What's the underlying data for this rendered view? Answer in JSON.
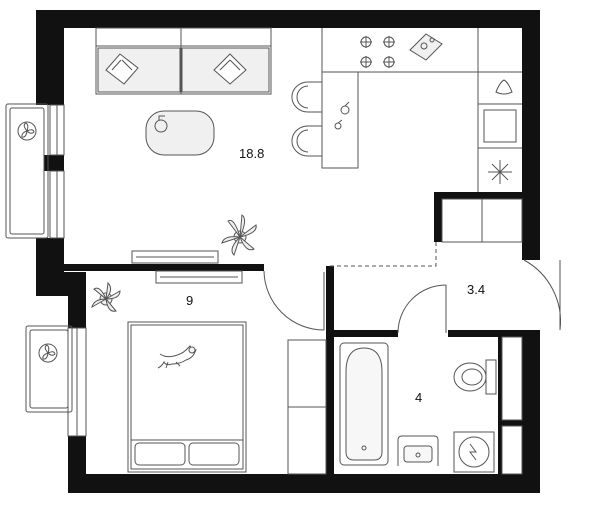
{
  "rooms": [
    {
      "id": "living-kitchen",
      "area": "18.8"
    },
    {
      "id": "bedroom",
      "area": "9"
    },
    {
      "id": "hallway",
      "area": "3.4"
    },
    {
      "id": "bathroom",
      "area": "4"
    }
  ],
  "colors": {
    "wall": "#111111",
    "line": "#555555",
    "furniture_fill": "#f0f0f0",
    "light_fill": "#f7f7f7",
    "background": "#ffffff"
  },
  "icons": [
    "sofa-icon",
    "table-icon",
    "chair-icon",
    "plant-icon",
    "cooktop-icon",
    "sink-icon",
    "fridge-icon",
    "tv-icon",
    "bed-icon",
    "cat-icon",
    "ac-unit-icon",
    "bathtub-icon",
    "toilet-icon",
    "washbasin-icon",
    "washing-machine-icon"
  ]
}
